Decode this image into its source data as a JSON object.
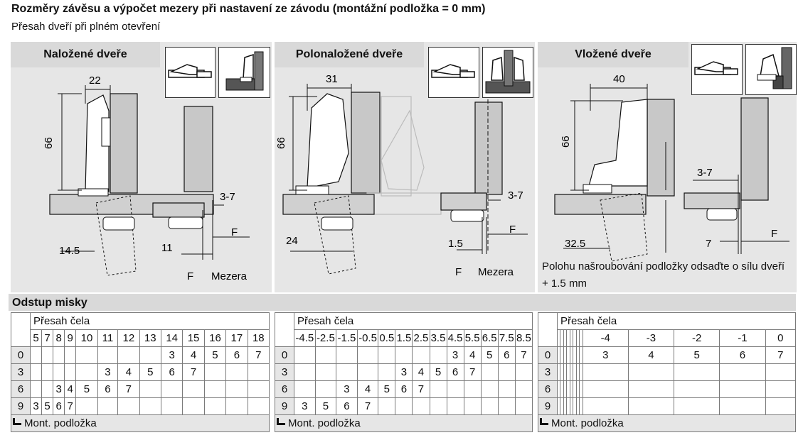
{
  "title": "Rozměry závěsu a výpočet mezery při nastavení ze závodu (montážní podložka = 0 mm)",
  "subtitle": "Přesah dveří při plném otevření",
  "panels": {
    "overlay": {
      "heading": "Naložené dveře",
      "dim_width": "22",
      "dim_height": "66",
      "dim_reveal": "3-7",
      "dim_bottom": "14.5",
      "dim_gap": "11",
      "label_f": "F",
      "label_gap": "Mezera"
    },
    "half_overlay": {
      "heading": "Polonaložené dveře",
      "dim_width": "31",
      "dim_height": "66",
      "dim_reveal": "3-7",
      "dim_bottom": "24",
      "dim_gap": "1.5",
      "label_f": "F",
      "label_gap": "Mezera"
    },
    "inset": {
      "heading": "Vložené dveře",
      "dim_width": "40",
      "dim_height": "66",
      "dim_reveal": "3-7",
      "dim_bottom": "32.5",
      "dim_gap": "7",
      "label_f": "F",
      "note": "Polohu našroubování podložky odsaďte o sílu dveří + 1.5 mm"
    }
  },
  "section_title": "Odstup misky",
  "tables": [
    {
      "header_label": "Přesah čela",
      "columns": [
        "5",
        "7",
        "8",
        "9",
        "10",
        "11",
        "12",
        "13",
        "14",
        "15",
        "16",
        "17",
        "18"
      ],
      "rows": [
        {
          "label": "0",
          "cells": [
            "",
            "",
            "",
            "",
            "",
            "",
            "",
            "",
            "3",
            "4",
            "5",
            "6",
            "7"
          ]
        },
        {
          "label": "3",
          "cells": [
            "",
            "",
            "",
            "",
            "",
            "3",
            "4",
            "5",
            "6",
            "7",
            "",
            "",
            ""
          ]
        },
        {
          "label": "6",
          "cells": [
            "",
            "",
            "3",
            "4",
            "5",
            "6",
            "7",
            "",
            "",
            "",
            "",
            "",
            ""
          ]
        },
        {
          "label": "9",
          "cells": [
            "3",
            "5",
            "6",
            "7",
            "",
            "",
            "",
            "",
            "",
            "",
            "",
            "",
            ""
          ]
        }
      ],
      "footer": "Mont. podložka"
    },
    {
      "header_label": "Přesah čela",
      "columns": [
        "-4.5",
        "-2.5",
        "-1.5",
        "-0.5",
        "0.5",
        "1.5",
        "2.5",
        "3.5",
        "4.5",
        "5.5",
        "6.5",
        "7.5",
        "8.5"
      ],
      "rows": [
        {
          "label": "0",
          "cells": [
            "",
            "",
            "",
            "",
            "",
            "",
            "",
            "",
            "3",
            "4",
            "5",
            "6",
            "7"
          ]
        },
        {
          "label": "3",
          "cells": [
            "",
            "",
            "",
            "",
            "",
            "3",
            "4",
            "5",
            "6",
            "7",
            "",
            "",
            ""
          ]
        },
        {
          "label": "6",
          "cells": [
            "",
            "",
            "3",
            "4",
            "5",
            "6",
            "7",
            "",
            "",
            "",
            "",
            "",
            ""
          ]
        },
        {
          "label": "9",
          "cells": [
            "3",
            "5",
            "6",
            "7",
            "",
            "",
            "",
            "",
            "",
            "",
            "",
            "",
            ""
          ]
        }
      ],
      "footer": "Mont. podložka"
    },
    {
      "header_label": "Přesah čela",
      "columns": [
        "",
        "",
        "",
        "",
        "",
        "",
        "",
        "",
        "-4",
        "-3",
        "-2",
        "-1",
        "0"
      ],
      "rows": [
        {
          "label": "0",
          "cells": [
            "",
            "",
            "",
            "",
            "",
            "",
            "",
            "",
            "3",
            "4",
            "5",
            "6",
            "7"
          ]
        },
        {
          "label": "3",
          "cells": [
            "",
            "",
            "",
            "",
            "",
            "",
            "",
            "",
            "",
            "",
            "",
            "",
            ""
          ]
        },
        {
          "label": "6",
          "cells": [
            "",
            "",
            "",
            "",
            "",
            "",
            "",
            "",
            "",
            "",
            "",
            "",
            ""
          ]
        },
        {
          "label": "9",
          "cells": [
            "",
            "",
            "",
            "",
            "",
            "",
            "",
            "",
            "",
            "",
            "",
            "",
            ""
          ]
        }
      ],
      "footer": "Mont. podložka"
    }
  ]
}
